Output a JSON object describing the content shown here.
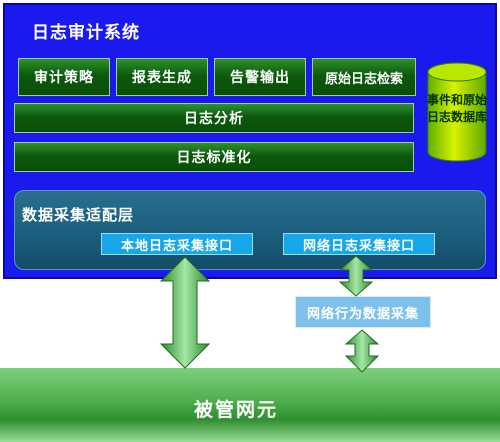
{
  "system": {
    "title": "日志审计系统",
    "modules": [
      "审计策略",
      "报表生成",
      "告警输出",
      "原始日志检索"
    ],
    "analysis": "日志分析",
    "normalization": "日志标准化",
    "database": "事件和原始日志数据库"
  },
  "adapter": {
    "title": "数据采集适配层",
    "local": "本地日志采集接口",
    "network": "网络日志采集接口"
  },
  "net_behavior": "网络行为数据采集",
  "managed": "被管网元",
  "colors": {
    "frame": "#1a1aef",
    "module_green": "#0c5a0c",
    "adapter": "#1a5d7c",
    "interface": "#17a6e8",
    "managed_green": "#4cae4c"
  }
}
